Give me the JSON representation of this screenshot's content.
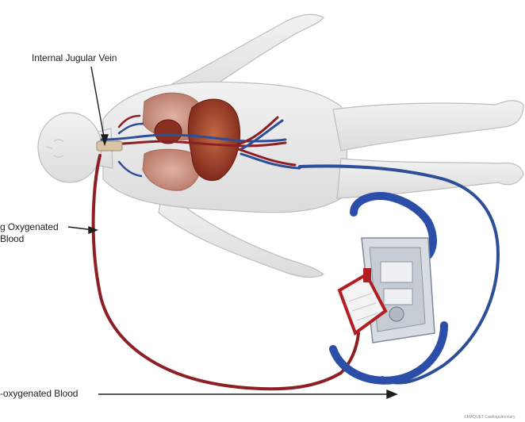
{
  "labels": {
    "internal_jugular_vein": "Internal Jugular Vein",
    "oxygenated_line1": "g Oxygenated",
    "oxygenated_line2": "Blood",
    "deoxygenated": "-oxygenated Blood"
  },
  "credit": "©MAQUET Cardiopulmonary",
  "colors": {
    "body_fill": "#e6e6e6",
    "body_stroke": "#bdbdbd",
    "arterial_red": "#8e1f24",
    "venous_blue": "#2e4f97",
    "heart": "#9b3b25",
    "lungs": "#c98e7e",
    "machine_blue": "#2b4ea8"
  }
}
